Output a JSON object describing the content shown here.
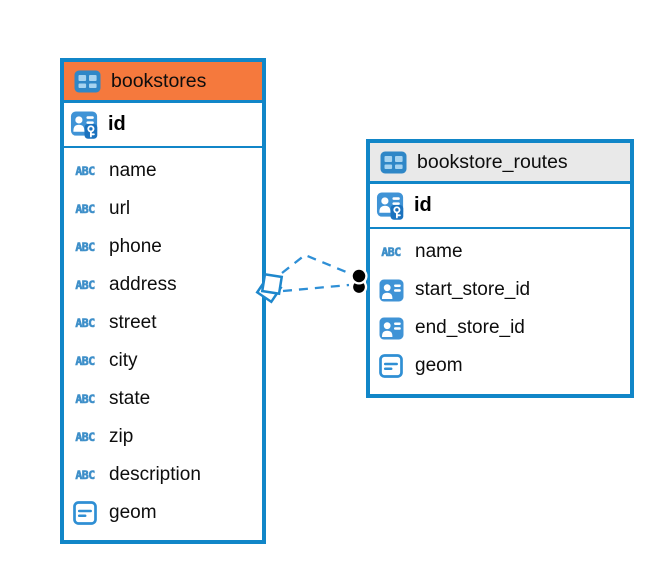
{
  "diagram": {
    "background": "#ffffff",
    "accent_blue": "#1186C8",
    "icon_glyphs": {
      "text-type-icon": "ABC"
    },
    "tables": [
      {
        "name": "bookstores",
        "header_bg": "#F5793D",
        "header_icon": "table-icon",
        "primary_key": {
          "name": "id",
          "icon": "primary-key-icon"
        },
        "columns": [
          {
            "name": "name",
            "icon": "text-type-icon"
          },
          {
            "name": "url",
            "icon": "text-type-icon"
          },
          {
            "name": "phone",
            "icon": "text-type-icon"
          },
          {
            "name": "address",
            "icon": "text-type-icon"
          },
          {
            "name": "street",
            "icon": "text-type-icon"
          },
          {
            "name": "city",
            "icon": "text-type-icon"
          },
          {
            "name": "state",
            "icon": "text-type-icon"
          },
          {
            "name": "zip",
            "icon": "text-type-icon"
          },
          {
            "name": "description",
            "icon": "text-type-icon"
          },
          {
            "name": "geom",
            "icon": "geometry-type-icon"
          }
        ]
      },
      {
        "name": "bookstore_routes",
        "header_bg": "#E9E9E9",
        "header_icon": "table-icon",
        "primary_key": {
          "name": "id",
          "icon": "primary-key-icon"
        },
        "columns": [
          {
            "name": "name",
            "icon": "text-type-icon"
          },
          {
            "name": "start_store_id",
            "icon": "id-reference-icon"
          },
          {
            "name": "end_store_id",
            "icon": "id-reference-icon"
          },
          {
            "name": "geom",
            "icon": "geometry-type-icon"
          }
        ]
      }
    ],
    "relationships": [
      {
        "from": "bookstore_routes",
        "to": "bookstores",
        "line_style": "dashed",
        "end_marker_at_bookstores": "diamond",
        "end_marker_at_bookstore_routes": "dot"
      },
      {
        "from": "bookstore_routes",
        "to": "bookstores",
        "line_style": "dashed",
        "end_marker_at_bookstores": "diamond",
        "end_marker_at_bookstore_routes": "dot"
      }
    ]
  }
}
